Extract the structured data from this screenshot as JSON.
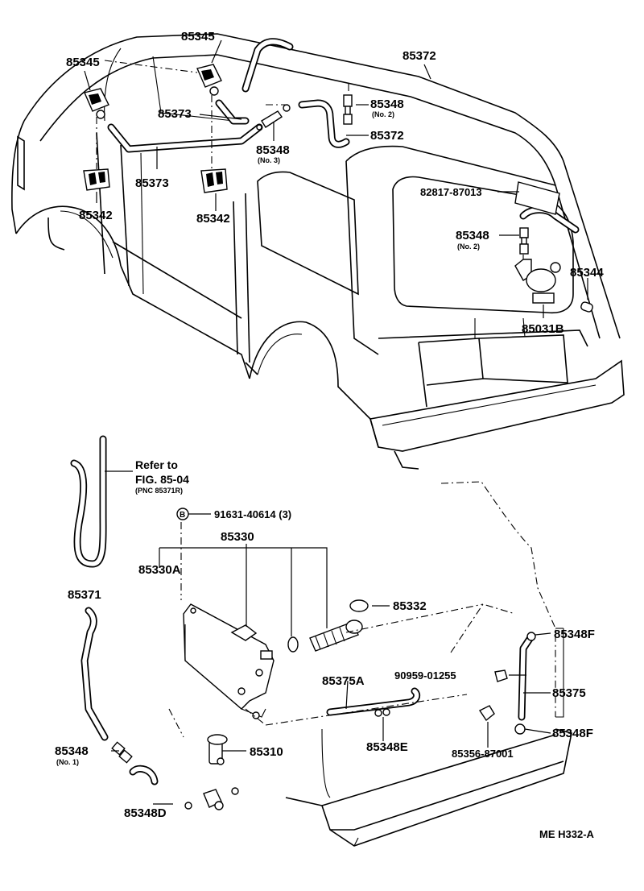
{
  "labels": {
    "p85345_top": "85345",
    "p85345_left": "85345",
    "p85372_top": "85372",
    "p85373_mid": "85373",
    "p85348_no2_top": "85348",
    "no2_top": "(No. 2)",
    "p85372_mid": "85372",
    "p85348_no3": "85348",
    "no3": "(No. 3)",
    "p85373_low": "85373",
    "p85342_left": "85342",
    "p85342_mid": "85342",
    "p82817": "82817-87013",
    "p85348_no2_right": "85348",
    "no2_right": "(No. 2)",
    "p85344": "85344",
    "p85031b": "85031B",
    "refer_to": "Refer to",
    "fig_ref": "FIG. 85-04",
    "pnc_ref": "(PNC 85371R)",
    "bolt_mark": "B",
    "p91631": "91631-40614 (3)",
    "p85330": "85330",
    "p85330a": "85330A",
    "p85332": "85332",
    "p85371": "85371",
    "p85348f_top": "85348F",
    "p90959": "90959-01255",
    "p85375a": "85375A",
    "p85375": "85375",
    "p85348_no1": "85348",
    "no1": "(No. 1)",
    "p85310": "85310",
    "p85348e": "85348E",
    "p85356": "85356-87001",
    "p85348f_bottom": "85348F",
    "p85348d": "85348D",
    "figure_code": "ME  H332-A"
  }
}
